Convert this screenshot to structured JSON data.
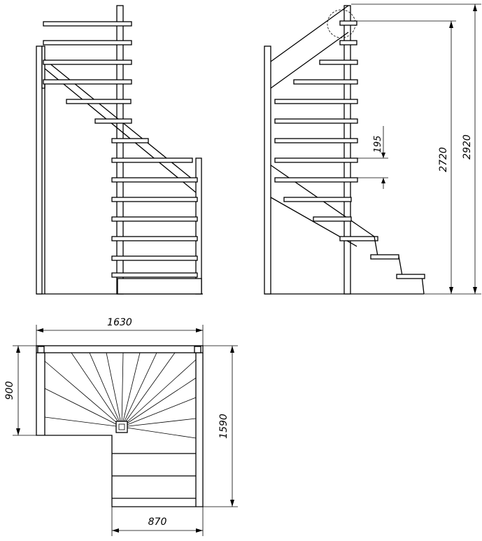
{
  "dimensions": {
    "width_top": "1630",
    "depth_left": "900",
    "depth_right": "1590",
    "width_bottom": "870",
    "riser": "195",
    "height_inner": "2720",
    "height_total": "2920"
  }
}
